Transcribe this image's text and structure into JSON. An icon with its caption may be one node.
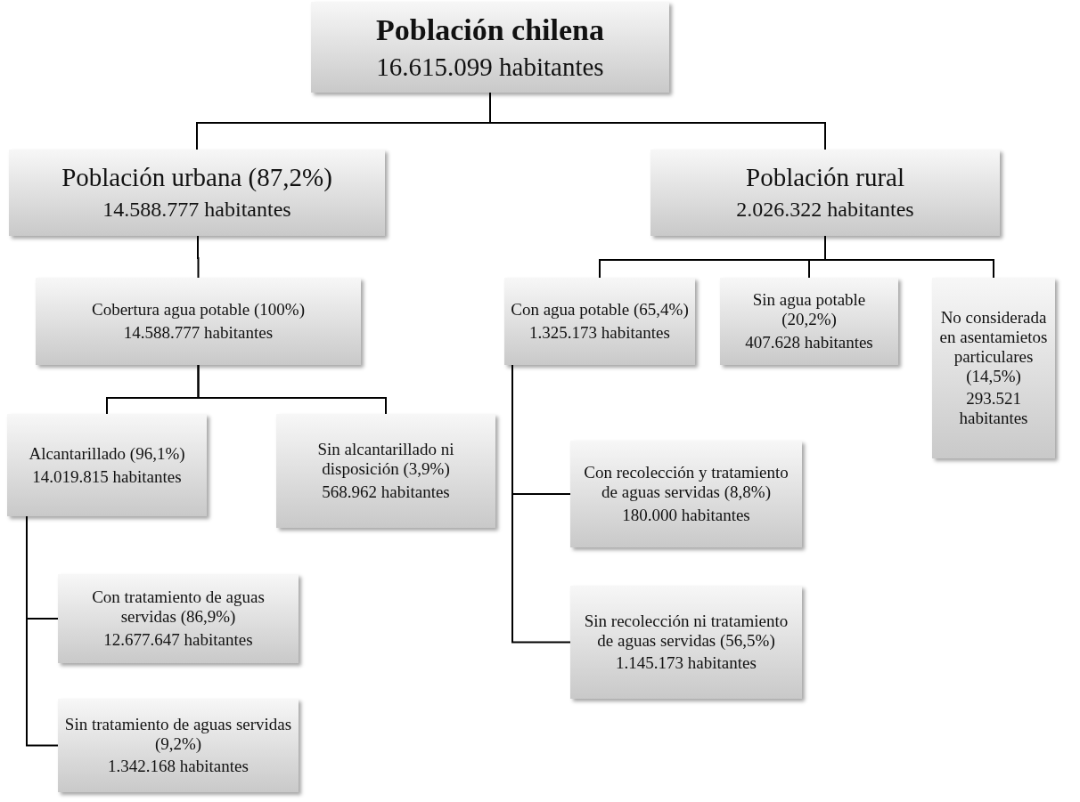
{
  "diagram": {
    "nodes": [
      {
        "text": [
          "Población chilena",
          "16.615.099 habitantes"
        ]
      },
      {
        "text": [
          "Población urbana (87,2%)",
          "14.588.777 habitantes"
        ]
      },
      {
        "text": [
          "Población rural",
          "2.026.322 habitantes"
        ]
      },
      {
        "text": [
          "Cobertura agua potable (100%)",
          "14.588.777 habitantes"
        ]
      },
      {
        "text": [
          "Con agua potable (65,4%)",
          "1.325.173 habitantes"
        ]
      },
      {
        "text": [
          "Sin agua potable (20,2%)",
          "407.628 habitantes"
        ]
      },
      {
        "text": [
          "No considerada en asentamietos particulares (14,5%)",
          "293.521 habitantes"
        ]
      },
      {
        "text": [
          "Alcantarillado (96,1%)",
          "14.019.815 habitantes"
        ]
      },
      {
        "text": [
          "Sin alcantarillado ni disposición (3,9%)",
          "568.962 habitantes"
        ]
      },
      {
        "text": [
          "Con recolección y tratamiento de aguas servidas (8,8%)",
          "180.000 habitantes"
        ]
      },
      {
        "text": [
          "Con tratamiento de aguas servidas (86,9%)",
          "12.677.647 habitantes"
        ]
      },
      {
        "text": [
          "Sin recolección ni tratamiento de aguas servidas (56,5%)",
          "1.145.173 habitantes"
        ]
      },
      {
        "text": [
          "Sin tratamiento de aguas servidas (9,2%)",
          "1.342.168 habitantes"
        ]
      }
    ],
    "edges": [
      {
        "from": 0,
        "to": 1,
        "arrow": "none"
      },
      {
        "from": 0,
        "to": 2,
        "arrow": "none"
      },
      {
        "from": 1,
        "to": 3,
        "arrow": "none"
      },
      {
        "from": 2,
        "to": 4,
        "arrow": "none"
      },
      {
        "from": 2,
        "to": 5,
        "arrow": "none"
      },
      {
        "from": 2,
        "to": 6,
        "arrow": "none"
      },
      {
        "from": 3,
        "to": 7,
        "arrow": "none"
      },
      {
        "from": 3,
        "to": 8,
        "arrow": "none"
      },
      {
        "from": 4,
        "to": 9,
        "arrow": "none"
      },
      {
        "from": 4,
        "to": 11,
        "arrow": "none"
      },
      {
        "from": 7,
        "to": 10,
        "arrow": "none"
      },
      {
        "from": 7,
        "to": 12,
        "arrow": "none"
      }
    ]
  }
}
